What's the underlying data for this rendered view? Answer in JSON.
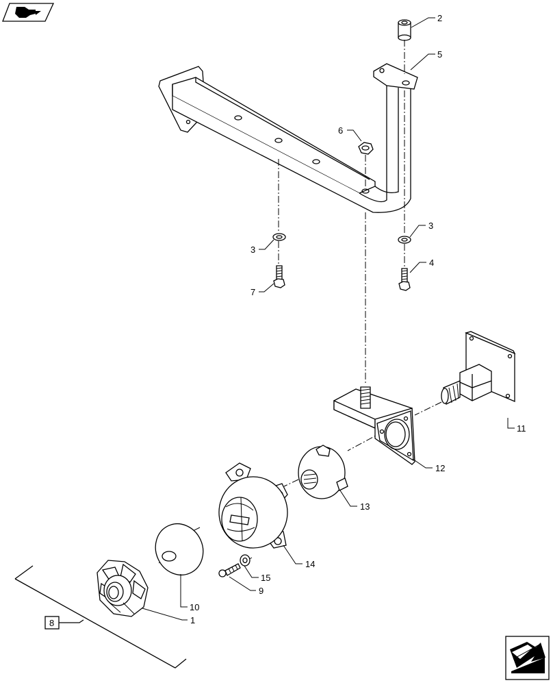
{
  "callouts": {
    "c1": "1",
    "c2": "2",
    "c3a": "3",
    "c3b": "3",
    "c4": "4",
    "c5": "5",
    "c6": "6",
    "c7": "7",
    "c8": "8",
    "c9": "9",
    "c10": "10",
    "c11": "11",
    "c12": "12",
    "c13": "13",
    "c14": "14",
    "c15": "15"
  },
  "icons": {
    "top_left": "back-arrow-icon",
    "bottom_right": "next-page-arrow-icon"
  }
}
